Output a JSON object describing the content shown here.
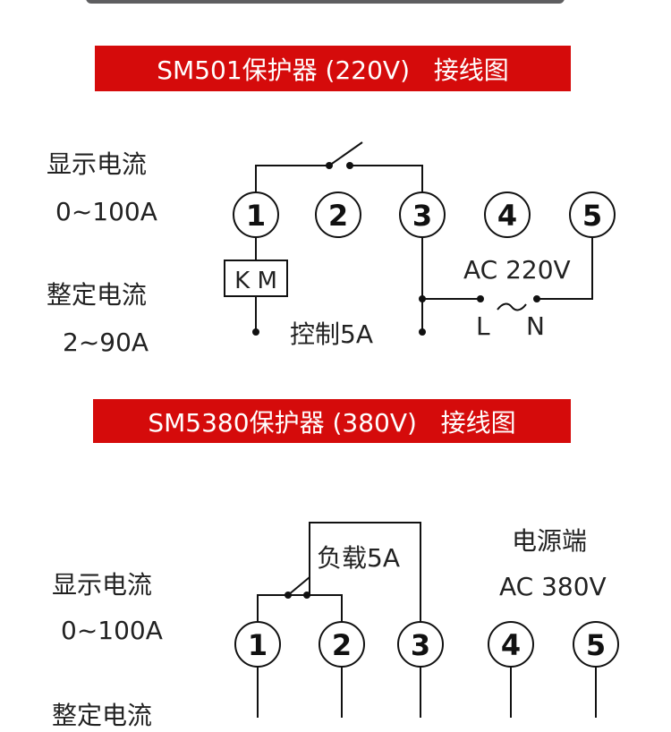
{
  "section1": {
    "title": "SM501保护器 (220V)   接线图",
    "display_current_label": "显示电流",
    "display_current_value": "0~100A",
    "set_current_label": "整定电流",
    "set_current_value": "2~90A",
    "terminals": [
      "1",
      "2",
      "3",
      "4",
      "5"
    ],
    "km_label": "K M",
    "control_label": "控制5A",
    "ac_label": "AC 220V",
    "l_label": "L",
    "n_label": "N"
  },
  "section2": {
    "title": "SM5380保护器 (380V)   接线图",
    "display_current_label": "显示电流",
    "display_current_value": "0~100A",
    "set_current_label": "整定电流",
    "terminals": [
      "1",
      "2",
      "3",
      "4",
      "5"
    ],
    "load_label": "负载5A",
    "power_label": "电源端",
    "ac_label": "AC 380V"
  },
  "colors": {
    "banner": "#d50b0b",
    "topbar": "#5e5e60",
    "text": "#222222"
  }
}
